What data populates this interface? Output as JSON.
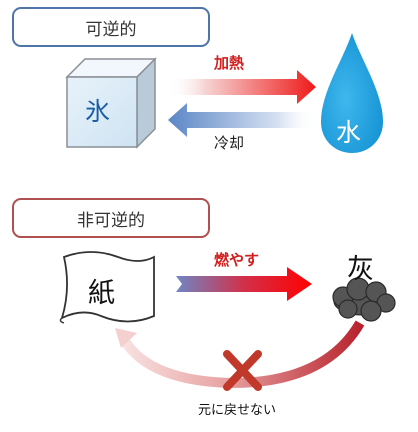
{
  "reversible": {
    "title": "可逆的",
    "solid": "氷",
    "liquid": "水",
    "forward": "加熱",
    "backward": "冷却"
  },
  "irreversible": {
    "title": "非可逆的",
    "start": "紙",
    "result": "灰",
    "process": "燃やす",
    "cannot_return": "元に戻せない"
  },
  "colors": {
    "box_blue_border": "#4f75a8",
    "box_red_border": "#b05050",
    "heat_red": "#d21f1f",
    "ice_fill": "#dcecf7",
    "water_blue": "#1ea0e0",
    "ash_gray": "#555555",
    "cross_red": "#c0392b"
  }
}
